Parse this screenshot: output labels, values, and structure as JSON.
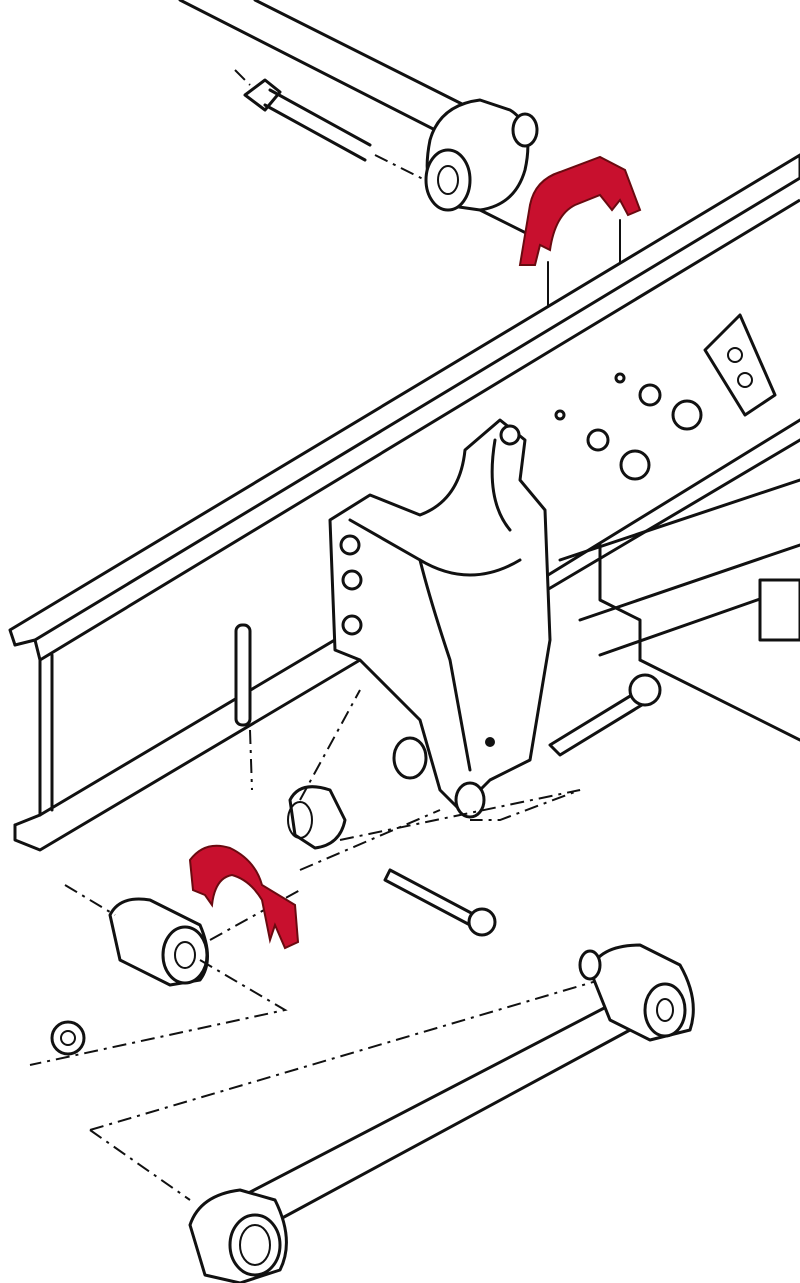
{
  "diagram": {
    "highlight_color": "#c8102e",
    "line_color": "#111111",
    "background": "#ffffff",
    "parts": [
      "upper-torque-rod",
      "frame-rail",
      "hanger-bracket",
      "upper-clip",
      "lower-clip",
      "lower-torque-rod",
      "bushings",
      "bolts",
      "nuts",
      "cross-member"
    ]
  }
}
